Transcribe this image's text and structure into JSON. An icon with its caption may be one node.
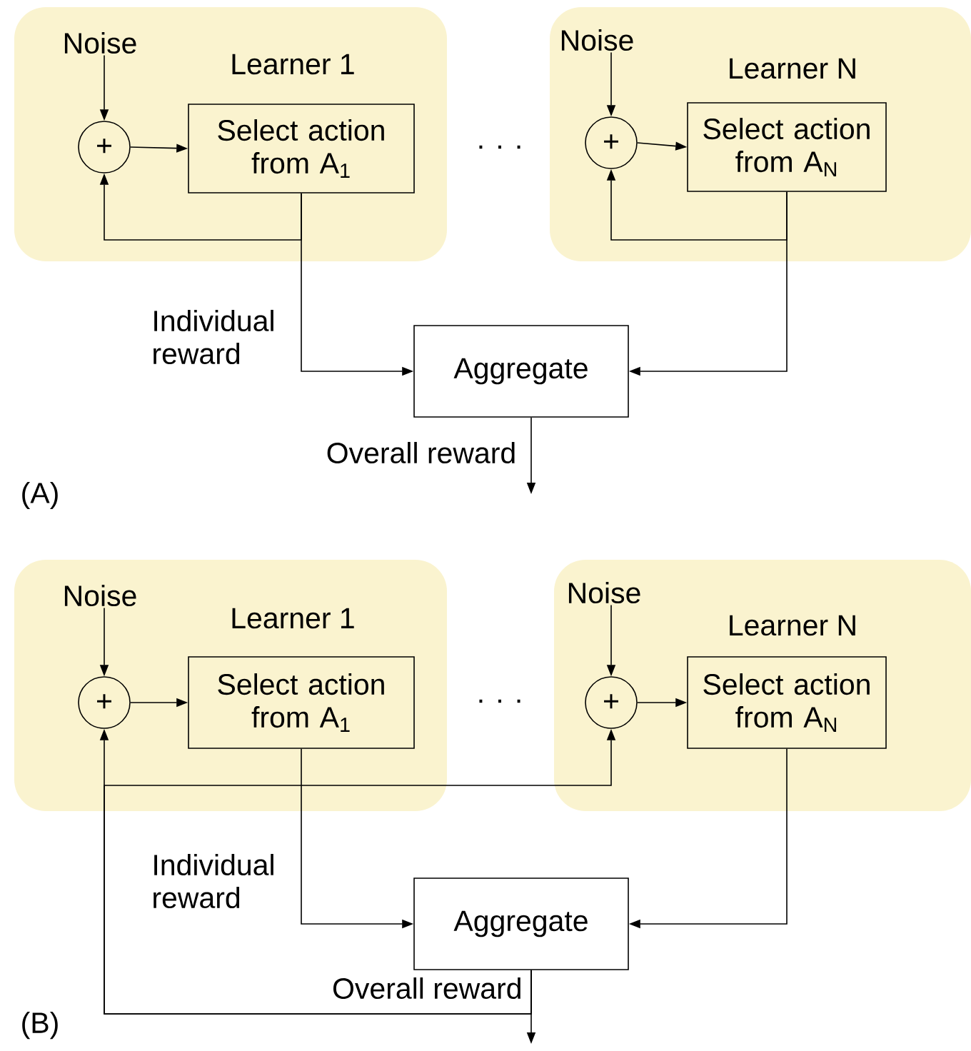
{
  "diagram": {
    "nodes": [
      {
        "text": [
          "Learner 1"
        ]
      },
      {
        "text": [
          "Noise"
        ],
        "in": 0
      },
      {
        "text": [
          "+"
        ],
        "in": 0
      },
      {
        "text": [
          "Select action from A$_{1}$"
        ],
        "in": 0
      },
      {
        "text": [
          "Learner N"
        ]
      },
      {
        "text": [
          "Noise"
        ],
        "in": 4
      },
      {
        "text": [
          "+"
        ],
        "in": 4
      },
      {
        "text": [
          "Select action from A$_{N}$"
        ],
        "in": 4
      },
      {
        "text": [
          "Aggregate"
        ]
      },
      {
        "text": [
          "Learner 1"
        ]
      },
      {
        "text": [
          "Noise"
        ],
        "in": 9
      },
      {
        "text": [
          "+"
        ],
        "in": 9
      },
      {
        "text": [
          "Select action from A$_{1}$"
        ],
        "in": 9
      },
      {
        "text": [
          "Learner N"
        ]
      },
      {
        "text": [
          "Noise"
        ],
        "in": 13
      },
      {
        "text": [
          "+"
        ],
        "in": 13
      },
      {
        "text": [
          "Select action from A$_{N}$"
        ],
        "in": 13
      },
      {
        "text": [
          "Aggregate"
        ]
      }
    ],
    "edges": [
      {
        "from": 1,
        "to": 2,
        "arrow": "to"
      },
      {
        "from": 2,
        "to": 3,
        "arrow": "to"
      },
      {
        "from": 3,
        "to": 2,
        "arrow": "to"
      },
      {
        "from": 5,
        "to": 6,
        "arrow": "to"
      },
      {
        "from": 6,
        "to": 7,
        "arrow": "to"
      },
      {
        "from": 7,
        "to": 6,
        "arrow": "to"
      },
      {
        "from": 3,
        "to": 8,
        "arrow": "to",
        "label": "Individual reward"
      },
      {
        "from": 7,
        "to": 8,
        "arrow": "to"
      },
      {
        "from": 8,
        "to": null,
        "arrow": "to",
        "label": "Overall reward"
      },
      {
        "from": 10,
        "to": 11,
        "arrow": "to"
      },
      {
        "from": 11,
        "to": 12,
        "arrow": "to"
      },
      {
        "from": 14,
        "to": 15,
        "arrow": "to"
      },
      {
        "from": 15,
        "to": 16,
        "arrow": "to"
      },
      {
        "from": 12,
        "to": 17,
        "arrow": "to",
        "label": "Individual reward"
      },
      {
        "from": 16,
        "to": 17,
        "arrow": "to"
      },
      {
        "from": 17,
        "to": null,
        "arrow": "to",
        "label": "Overall reward"
      },
      {
        "from": 17,
        "to": 11,
        "arrow": "to"
      },
      {
        "from": 17,
        "to": 15,
        "arrow": "to"
      }
    ],
    "labels": [
      ". . .",
      "(A)",
      ". . .",
      "(B)"
    ]
  }
}
